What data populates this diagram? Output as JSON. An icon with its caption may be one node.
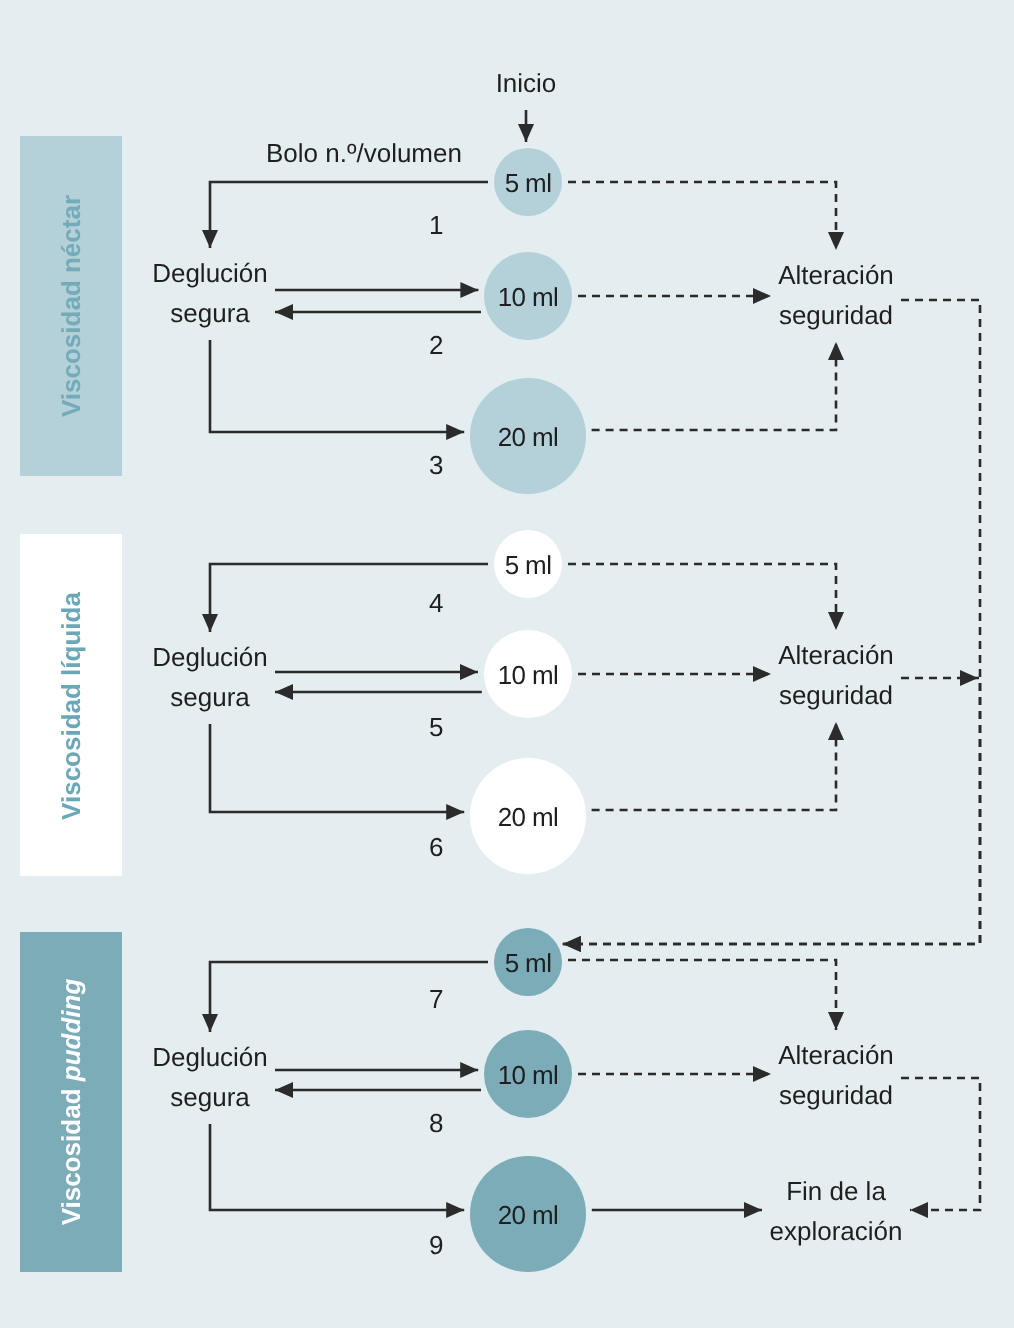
{
  "diagram": {
    "nodes": [
      {
        "text": [
          "Inicio"
        ]
      },
      {
        "text": [
          "Viscosidad néctar"
        ]
      },
      {
        "text": [
          "5 ml"
        ],
        "beside": [
          "1"
        ]
      },
      {
        "text": [
          "Deglución segura"
        ]
      },
      {
        "text": [
          "10 ml"
        ],
        "beside": [
          "2"
        ]
      },
      {
        "text": [
          "Alteración seguridad"
        ]
      },
      {
        "text": [
          "20 ml"
        ],
        "beside": [
          "3"
        ]
      },
      {
        "text": [
          "Viscosidad líquida"
        ]
      },
      {
        "text": [
          "5 ml"
        ],
        "beside": [
          "4"
        ]
      },
      {
        "text": [
          "Deglución segura"
        ]
      },
      {
        "text": [
          "10 ml"
        ],
        "beside": [
          "5"
        ]
      },
      {
        "text": [
          "Alteración seguridad"
        ]
      },
      {
        "text": [
          "20 ml"
        ],
        "beside": [
          "6"
        ]
      },
      {
        "text": [
          "Viscosidad *pudding*"
        ]
      },
      {
        "text": [
          "5 ml"
        ],
        "beside": [
          "7"
        ]
      },
      {
        "text": [
          "Deglución segura"
        ]
      },
      {
        "text": [
          "10 ml"
        ],
        "beside": [
          "8"
        ]
      },
      {
        "text": [
          "Alteración seguridad"
        ]
      },
      {
        "text": [
          "20 ml"
        ],
        "beside": [
          "9"
        ]
      },
      {
        "text": [
          "Fin de la exploración"
        ]
      }
    ],
    "edges": [
      {
        "from": 0,
        "to": 2,
        "arrow": "to"
      },
      {
        "from": 2,
        "to": 3,
        "arrow": "to"
      },
      {
        "from": 3,
        "to": 4,
        "arrow": "to"
      },
      {
        "from": 4,
        "to": 3,
        "arrow": "to"
      },
      {
        "from": 3,
        "to": 6,
        "arrow": "to"
      },
      {
        "from": 2,
        "to": 5,
        "arrow": "to",
        "style": "dashed"
      },
      {
        "from": 4,
        "to": 5,
        "arrow": "to",
        "style": "dashed"
      },
      {
        "from": 6,
        "to": 5,
        "arrow": "to",
        "style": "dashed"
      },
      {
        "from": 5,
        "to": 14,
        "arrow": "to",
        "style": "dashed"
      },
      {
        "from": 8,
        "to": 9,
        "arrow": "to"
      },
      {
        "from": 9,
        "to": 10,
        "arrow": "to"
      },
      {
        "from": 10,
        "to": 9,
        "arrow": "to"
      },
      {
        "from": 9,
        "to": 12,
        "arrow": "to"
      },
      {
        "from": 8,
        "to": 11,
        "arrow": "to",
        "style": "dashed"
      },
      {
        "from": 10,
        "to": 11,
        "arrow": "to",
        "style": "dashed"
      },
      {
        "from": 12,
        "to": 11,
        "arrow": "to",
        "style": "dashed"
      },
      {
        "from": 11,
        "to": 14,
        "arrow": "to",
        "style": "dashed"
      },
      {
        "from": 14,
        "to": 15,
        "arrow": "to"
      },
      {
        "from": 15,
        "to": 16,
        "arrow": "to"
      },
      {
        "from": 16,
        "to": 15,
        "arrow": "to"
      },
      {
        "from": 15,
        "to": 18,
        "arrow": "to"
      },
      {
        "from": 14,
        "to": 17,
        "arrow": "to",
        "style": "dashed"
      },
      {
        "from": 16,
        "to": 17,
        "arrow": "to",
        "style": "dashed"
      },
      {
        "from": 18,
        "to": 19,
        "arrow": "to"
      },
      {
        "from": 17,
        "to": 19,
        "arrow": "to",
        "style": "dashed"
      }
    ],
    "labels": [
      "Bolo n.º/volumen"
    ]
  }
}
